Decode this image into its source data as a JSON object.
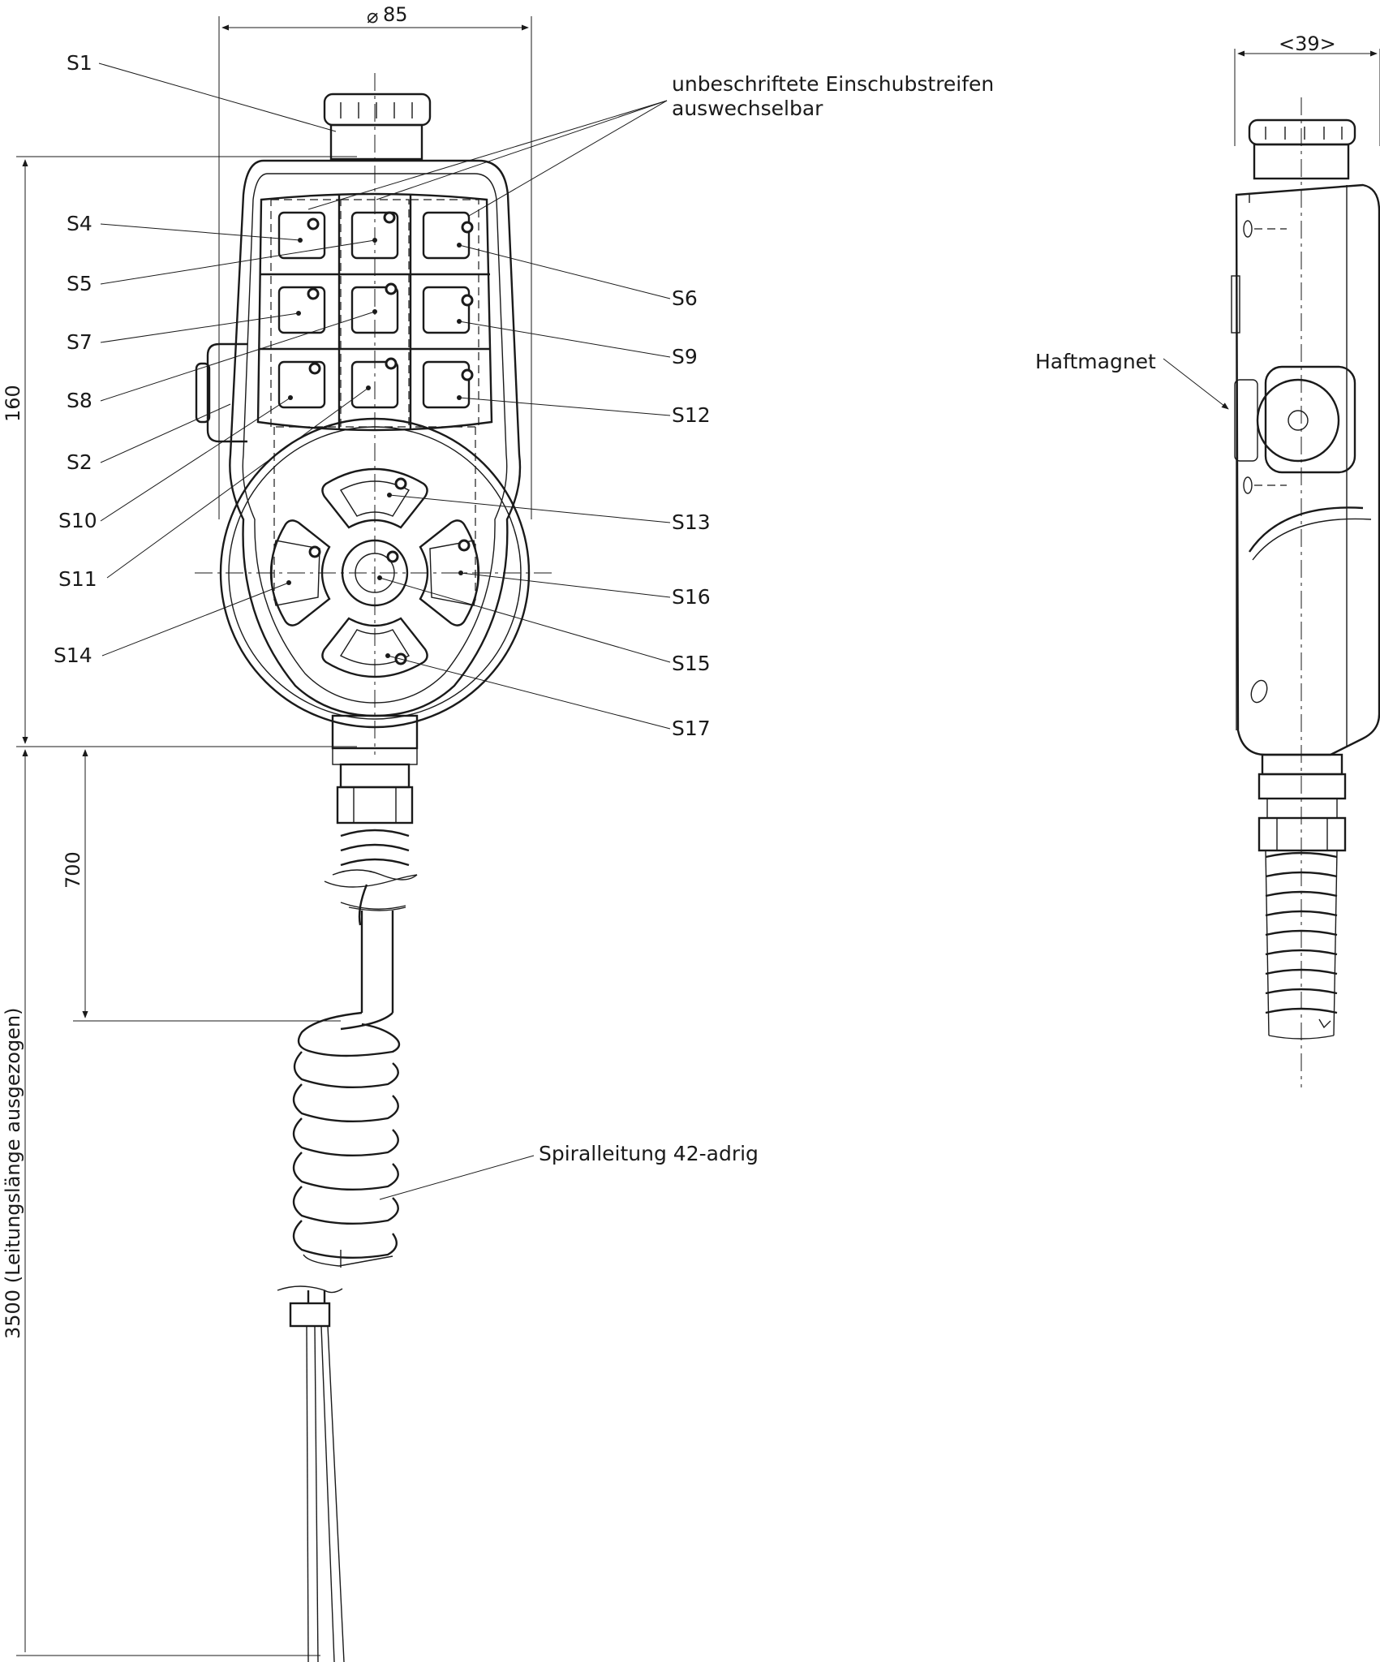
{
  "dimensions": {
    "diameter": "85",
    "diameter_symbol": "⌀",
    "depth": "<39>",
    "height": "160",
    "cable_segment": "700",
    "cable_length": "3500 (Leitungslänge ausgezogen)"
  },
  "labels": {
    "s1": "S1",
    "s2": "S2",
    "s4": "S4",
    "s5": "S5",
    "s6": "S6",
    "s7": "S7",
    "s8": "S8",
    "s9": "S9",
    "s10": "S10",
    "s11": "S11",
    "s12": "S12",
    "s13": "S13",
    "s14": "S14",
    "s15": "S15",
    "s16": "S16",
    "s17": "S17"
  },
  "annotations": {
    "insert_strips_line1": "unbeschriftete Einschubstreifen",
    "insert_strips_line2": "auswechselbar",
    "magnet": "Haftmagnet",
    "cable": "Spiralleitung 42-adrig"
  }
}
